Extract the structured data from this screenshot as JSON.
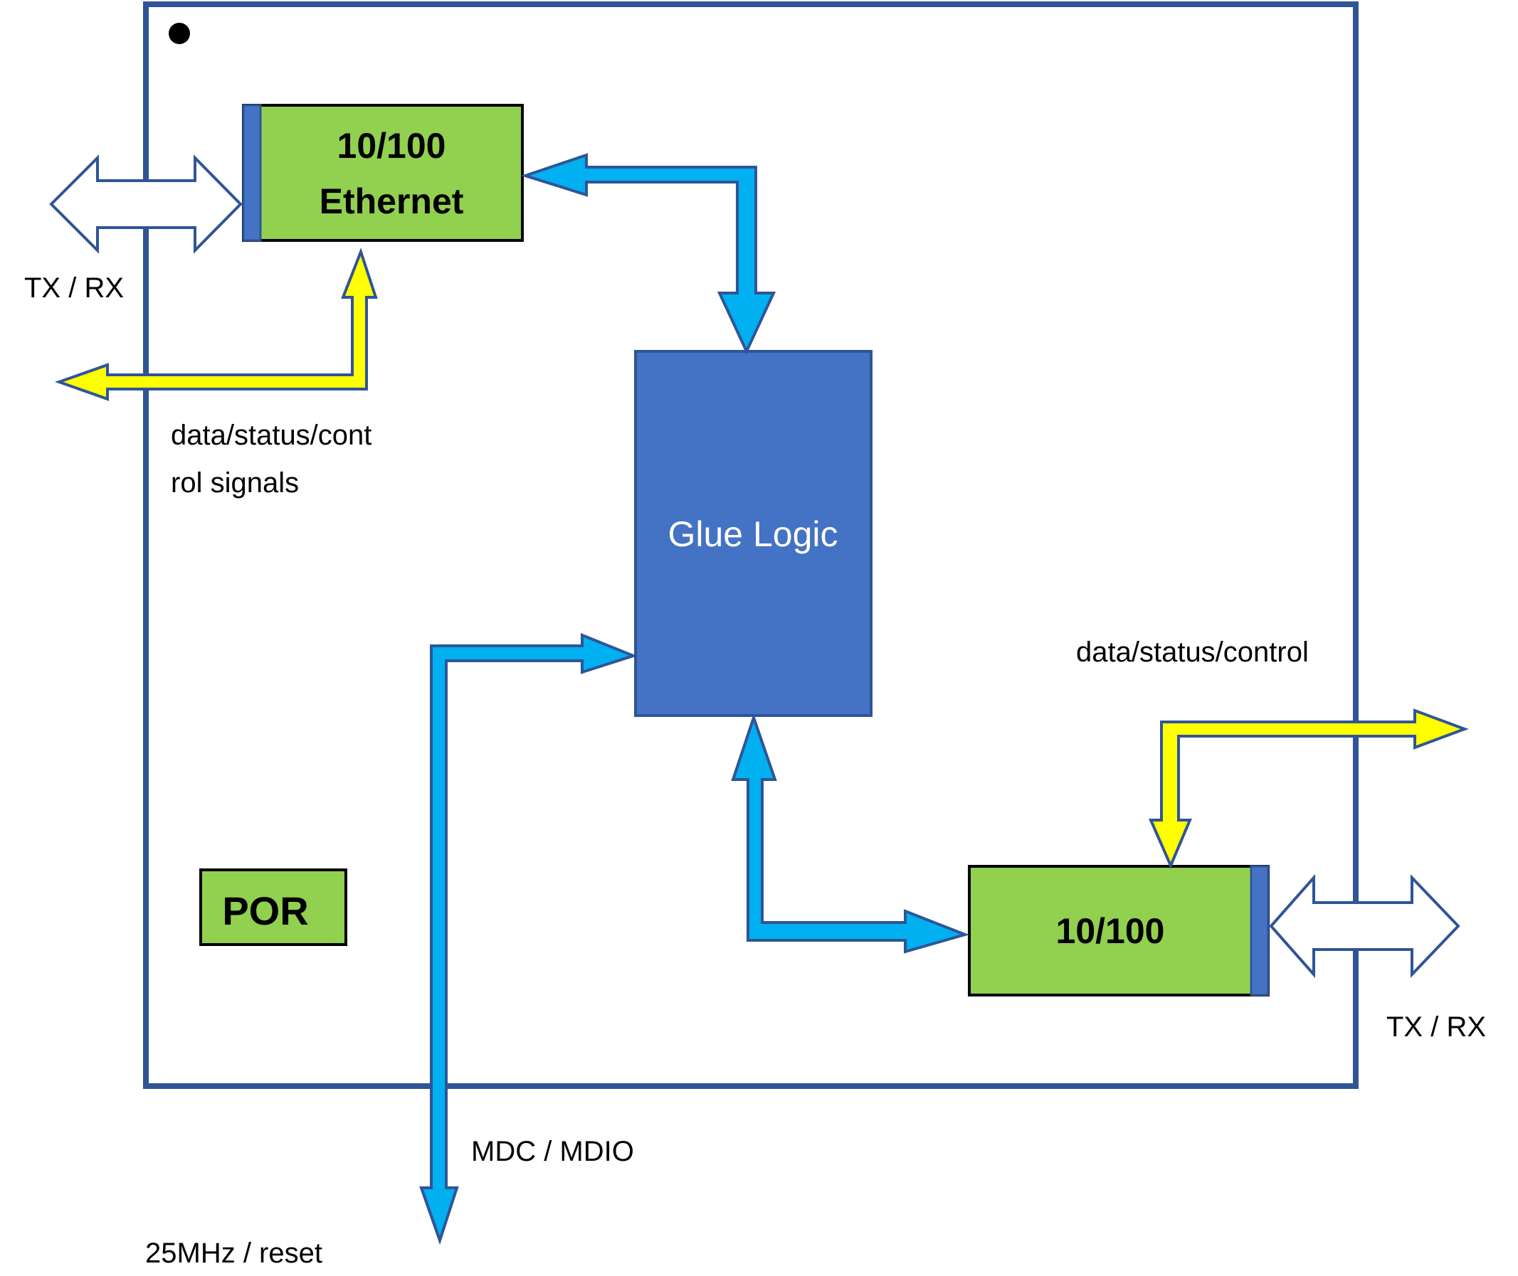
{
  "colors": {
    "chip_border": "#2f5597",
    "block_green": "#92d050",
    "glue_blue": "#4472c4",
    "bus_blue": "#00b0f0",
    "signal_yellow": "#ffff00",
    "arrow_outline": "#2f5597"
  },
  "blocks": {
    "ethernet_top": {
      "line1": "10/100",
      "line2": "Ethernet"
    },
    "glue_logic": "Glue Logic",
    "ethernet_bottom": "10/100",
    "por": "POR"
  },
  "labels": {
    "txrx_left": "TX / RX",
    "txrx_right": "TX / RX",
    "signals_left_line1": "data/status/cont",
    "signals_left_line2": "rol signals",
    "signals_right": "data/status/control",
    "mdc_mdio": "MDC / MDIO",
    "clock_reset": "25MHz / reset"
  }
}
